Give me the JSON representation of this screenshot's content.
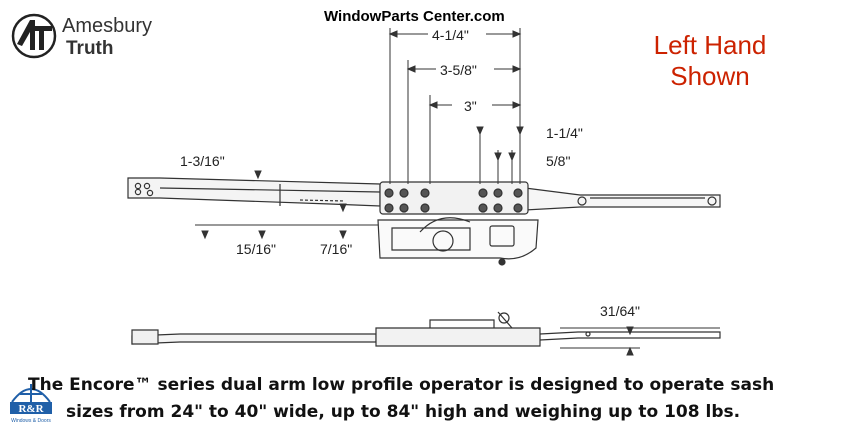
{
  "brand": {
    "name_line1": "Amesbury",
    "name_line2": "Truth",
    "mark": "AT"
  },
  "site": {
    "title": "WindowParts Center.com"
  },
  "note": {
    "line1": "Left Hand",
    "line2": "Shown",
    "color": "#cc2200"
  },
  "dimensions": {
    "d1": "4-1/4\"",
    "d2": "3-5/8\"",
    "d3": "3\"",
    "d4": "1-1/4\"",
    "d5": "5/8\"",
    "d6": "1-3/16\"",
    "d7": "15/16\"",
    "d8": "7/16\"",
    "d9": "31/64\""
  },
  "caption": {
    "line1": "The Encore™ series dual arm low profile operator is designed to operate sash",
    "line2": "sizes from 24\" to 40\" wide, up to 84\" high and weighing up to 108 lbs."
  },
  "dealer_logo": {
    "text": "R&R",
    "subtext": "Windows & Doors",
    "color": "#1f5fa8"
  }
}
